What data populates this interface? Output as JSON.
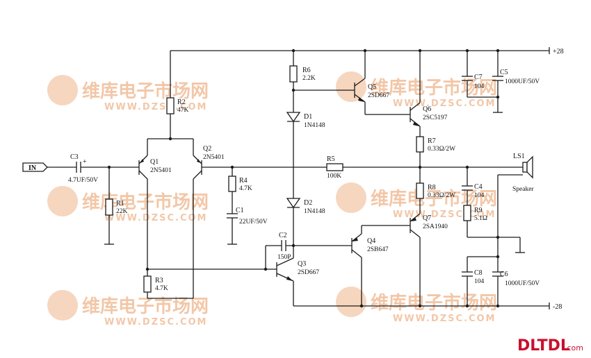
{
  "watermark": {
    "logo_text": "维库电子市场网",
    "url": "WWW.DZSC.COM"
  },
  "brand": {
    "text": "DLTDL",
    "suffix": ".com"
  },
  "rails": {
    "positive": "+28",
    "negative": "-28"
  },
  "input_label": "IN",
  "components": {
    "C3": {
      "ref": "C3",
      "value": "4.7UF/50V"
    },
    "R1": {
      "ref": "R1",
      "value": "22K"
    },
    "Q1": {
      "ref": "Q1",
      "value": "2N5401"
    },
    "Q2": {
      "ref": "Q2",
      "value": "2N5401"
    },
    "R2": {
      "ref": "R2",
      "value": "47K"
    },
    "R3": {
      "ref": "R3",
      "value": "4.7K"
    },
    "R4": {
      "ref": "R4",
      "value": "4.7K"
    },
    "C1": {
      "ref": "C1",
      "value": "22UF/50V"
    },
    "C2": {
      "ref": "C2",
      "value": "150P"
    },
    "Q3": {
      "ref": "Q3",
      "value": "2SD667"
    },
    "R6": {
      "ref": "R6",
      "value": "2.2K"
    },
    "D1": {
      "ref": "D1",
      "value": "1N4148"
    },
    "D2": {
      "ref": "D2",
      "value": "1N4148"
    },
    "R5": {
      "ref": "R5",
      "value": "100K"
    },
    "Q4": {
      "ref": "Q4",
      "value": "2SB647"
    },
    "Q5": {
      "ref": "Q5",
      "value": "2SD667"
    },
    "Q6": {
      "ref": "Q6",
      "value": "2SC5197"
    },
    "Q7": {
      "ref": "Q7",
      "value": "2SA1940"
    },
    "R7": {
      "ref": "R7",
      "value": "0.33Ω/2W"
    },
    "R8": {
      "ref": "R8",
      "value": "0.33Ω/2W"
    },
    "C4": {
      "ref": "C4",
      "value": "104"
    },
    "R9": {
      "ref": "R9",
      "value": "5.1Ω"
    },
    "C7": {
      "ref": "C7",
      "value": "104"
    },
    "C5": {
      "ref": "C5",
      "value": "1000UF/50V"
    },
    "C8": {
      "ref": "C8",
      "value": "104"
    },
    "C6": {
      "ref": "C6",
      "value": "1000UF/50V"
    },
    "LS1": {
      "ref": "LS1",
      "value": "Speaker"
    }
  },
  "colors": {
    "wire": "#1a1a1a",
    "watermark": "#f2c7a8",
    "brand": "#c8102e"
  }
}
